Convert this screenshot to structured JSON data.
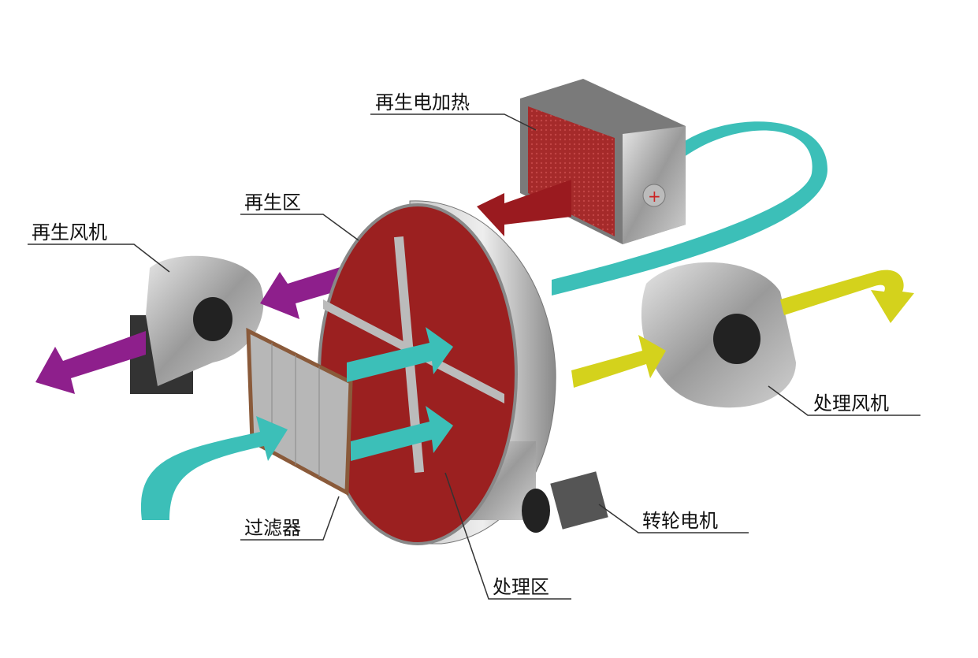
{
  "labels": {
    "regen_heater": "再生电加热",
    "regen_zone": "再生区",
    "regen_fan": "再生风机",
    "process_fan": "处理风机",
    "wheel_motor": "转轮电机",
    "filter": "过滤器",
    "process_zone": "处理区"
  },
  "colors": {
    "regen_air": "#8e1f8c",
    "process_air_in": "#3cbfb8",
    "process_air_out": "#d4d21c",
    "heated_air": "#9a1a1f",
    "wheel": "#9b2020"
  }
}
